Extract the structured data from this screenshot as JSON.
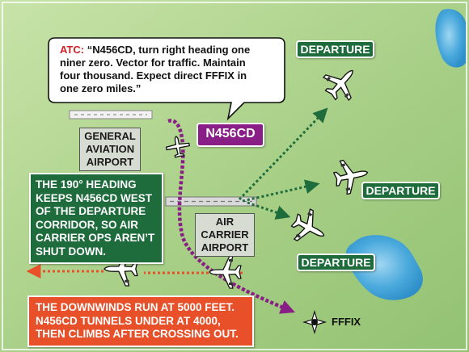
{
  "atc": {
    "prefix": "ATC:",
    "line1": "“N456CD, turn right heading one",
    "line2": "niner zero. Vector for traffic. Maintain",
    "line3": "four thousand. Expect direct FFFIX in",
    "line4": "one zero miles.”"
  },
  "callsign": "N456CD",
  "airports": {
    "general_aviation": [
      "GENERAL",
      "AVIATION",
      "AIRPORT"
    ],
    "air_carrier": [
      "AIR",
      "CARRIER",
      "AIRPORT"
    ]
  },
  "departures": {
    "top": "DEPARTURE",
    "middle": "DEPARTURE",
    "bottom": "DEPARTURE"
  },
  "heading_note": [
    "THE 190° HEADING",
    "KEEPS N456CD WEST",
    "OF THE DEPARTURE",
    "CORRIDOR, SO AIR",
    "CARRIER OPS AREN’T",
    "SHUT DOWN."
  ],
  "downwind_note": [
    "THE DOWNWINDS RUN AT 5000 FEET.",
    "N456CD TUNNELS UNDER AT 4000,",
    "THEN CLIMBS AFTER CROSSING OUT."
  ],
  "fix": "FFFIX",
  "colors": {
    "background_green": "#a9d08e",
    "tag_green": "#1e6b3c",
    "callsign_purple": "#8a1e87",
    "route_purple": "#8a1e87",
    "departure_arrow": "#1e6b3c",
    "downwind_arrow": "#e8502a",
    "note_red": "#e8502a",
    "lake_blue": "#3a9fd8"
  }
}
